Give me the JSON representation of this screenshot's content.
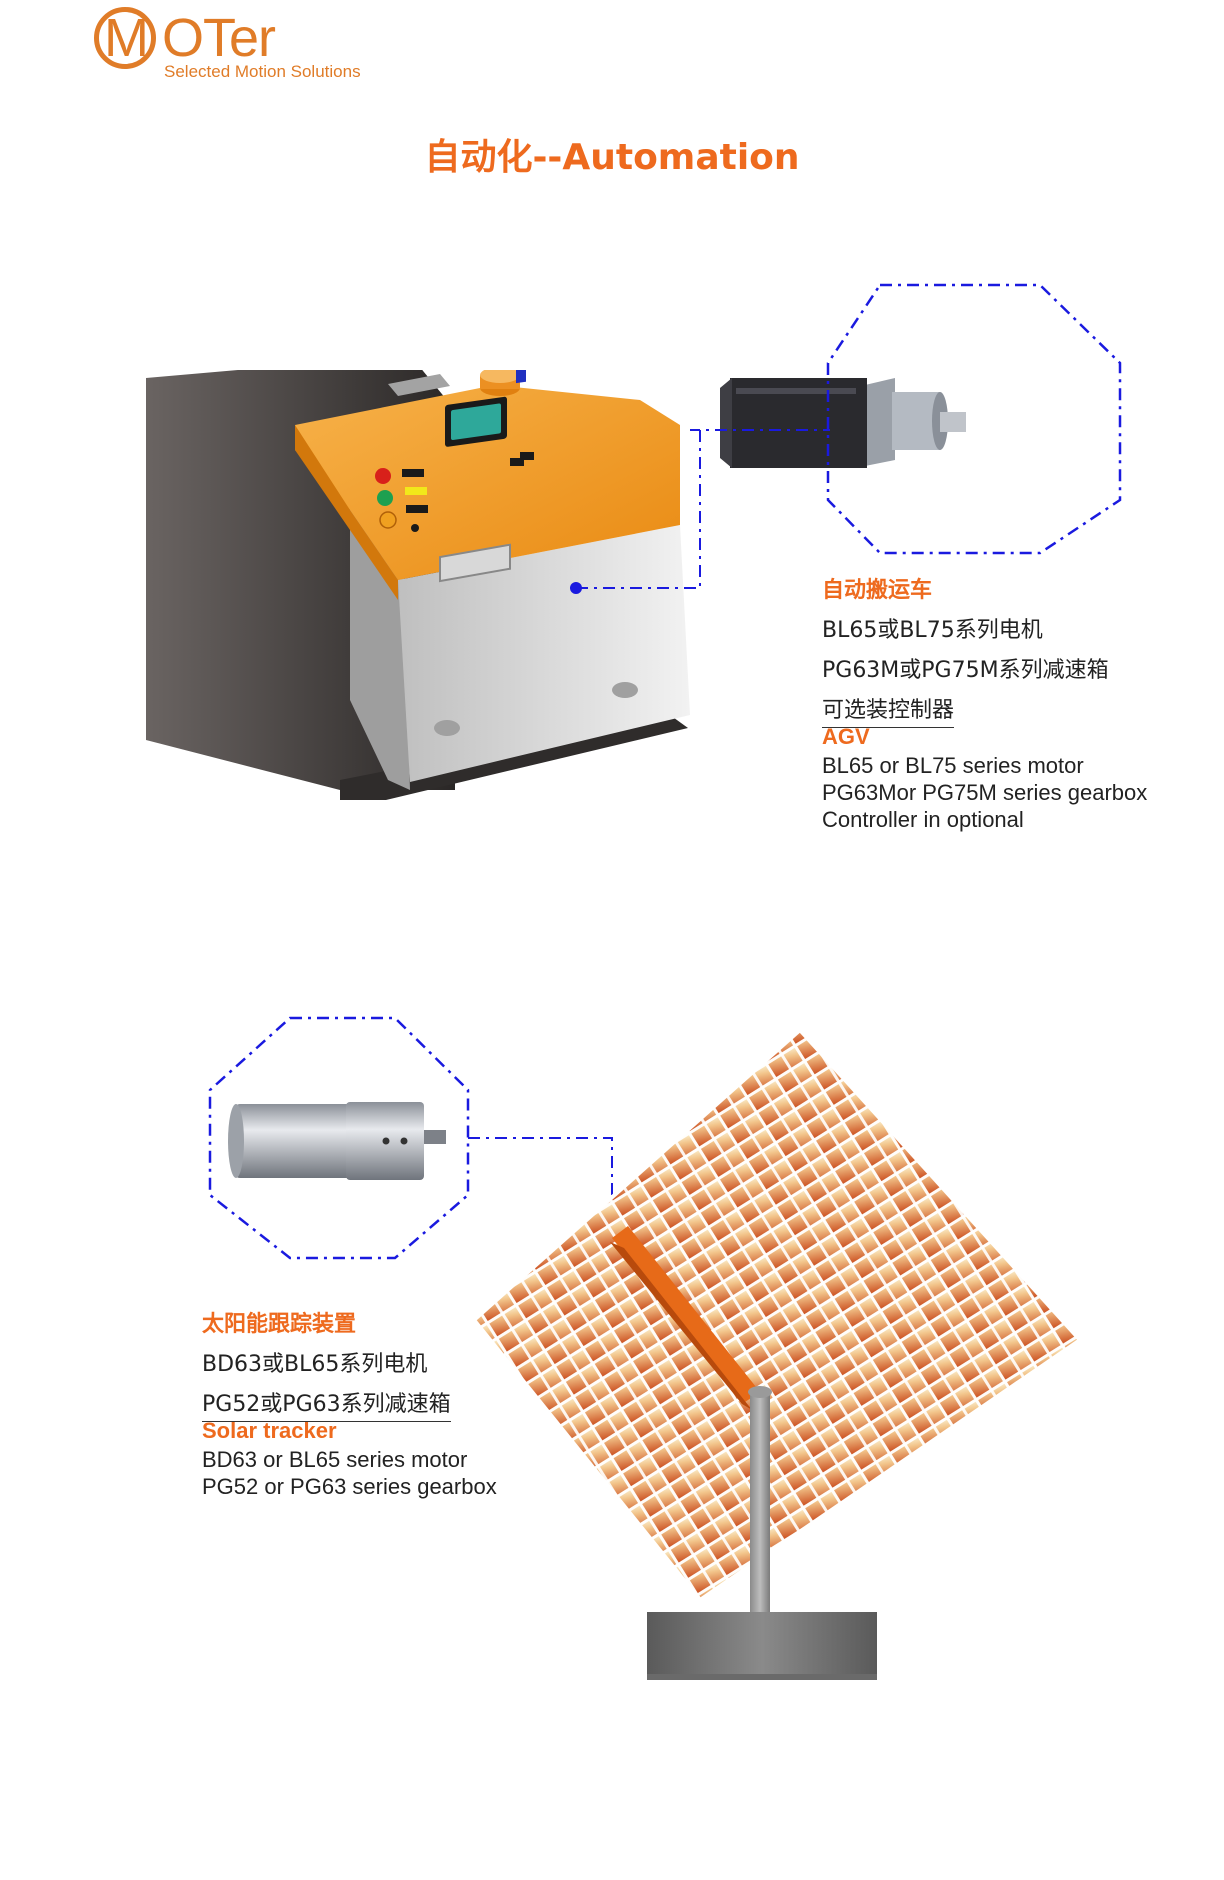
{
  "brand": {
    "logo_initial": "M",
    "logo_rest": "OTer",
    "tagline": "Selected Motion Solutions",
    "color": "#e07c28"
  },
  "page": {
    "title_cn": "自动化",
    "title_sep": "--",
    "title_en": "Automation",
    "accent_color": "#ee6a1e"
  },
  "agv": {
    "title_cn": "自动搬运车",
    "lines_cn": [
      "BL65或BL75系列电机",
      "PG63M或PG75M系列减速箱",
      "可选装控制器"
    ],
    "title_en": "AGV",
    "lines_en": [
      "BL65 or BL75 series motor",
      "PG63Mor PG75M series gearbox",
      "Controller in optional"
    ],
    "machine_color": "#f29a1e"
  },
  "solar": {
    "title_cn": "太阳能跟踪装置",
    "lines_cn": [
      "BD63或BL65系列电机",
      "PG52或PG63系列减速箱"
    ],
    "title_en": "Solar tracker",
    "lines_en": [
      "BD63 or BL65 series motor",
      "PG52 or PG63 series gearbox"
    ],
    "panel_color": "#e07a3c"
  },
  "callout_color": "#1a1adf"
}
